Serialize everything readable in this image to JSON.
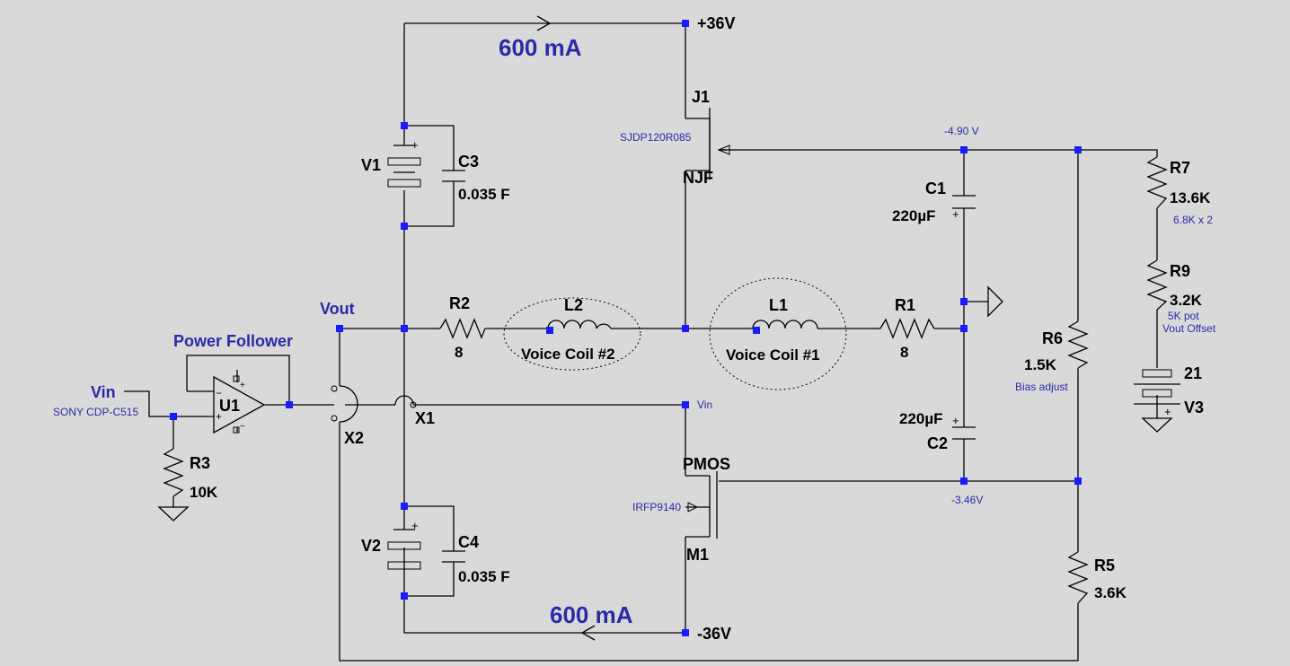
{
  "current_top": "600 mA",
  "current_bottom": "600 mA",
  "rail_pos": "+36V",
  "rail_neg": "-36V",
  "net_vout": "Vout",
  "net_vin": "Vin",
  "net_vin_gate": "Vin",
  "source_label": "SONY CDP-C515",
  "follower_label": "Power Follower",
  "volt_top": "-4.90 V",
  "volt_bottom": "-3.46V",
  "parts": {
    "J1": {
      "ref": "J1",
      "model": "SJDP120R085",
      "type": "NJF"
    },
    "M1": {
      "ref": "M1",
      "model": "IRFP9140",
      "type": "PMOS"
    },
    "V1": {
      "ref": "V1"
    },
    "V2": {
      "ref": "V2"
    },
    "V3": {
      "ref": "V3",
      "value": "21"
    },
    "C1": {
      "ref": "C1",
      "value": "220µF"
    },
    "C2": {
      "ref": "C2",
      "value": "220µF"
    },
    "C3": {
      "ref": "C3",
      "value": "0.035 F"
    },
    "C4": {
      "ref": "C4",
      "value": "0.035 F"
    },
    "R1": {
      "ref": "R1",
      "value": "8"
    },
    "R2": {
      "ref": "R2",
      "value": "8"
    },
    "R3": {
      "ref": "R3",
      "value": "10K"
    },
    "R5": {
      "ref": "R5",
      "value": "3.6K"
    },
    "R6": {
      "ref": "R6",
      "value": "1.5K",
      "note": "Bias adjust"
    },
    "R7": {
      "ref": "R7",
      "value": "13.6K",
      "note": "6.8K x 2"
    },
    "R9": {
      "ref": "R9",
      "value": "3.2K",
      "note1": "5K pot",
      "note2": "Vout Offset"
    },
    "L1": {
      "ref": "L1",
      "note": "Voice Coil #1"
    },
    "L2": {
      "ref": "L2",
      "note": "Voice Coil #2"
    },
    "U1": {
      "ref": "U1"
    },
    "X1": {
      "ref": "X1"
    },
    "X2": {
      "ref": "X2"
    }
  },
  "colors": {
    "background": "#d9d9d9",
    "wire": "#000000",
    "node": "#1a1aff",
    "annotation": "#2a2aa8"
  }
}
